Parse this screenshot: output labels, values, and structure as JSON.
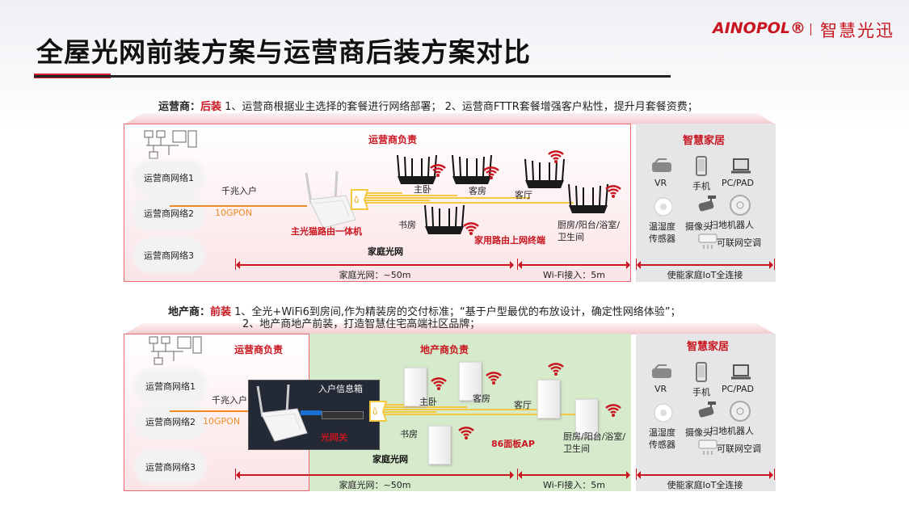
{
  "header": {
    "title": "全屋光网前装方案与运营商后装方案对比",
    "logo": "AINOPOL®",
    "logo_cn": "智慧光迅"
  },
  "top": {
    "lead": "运营商：",
    "mode": "后装",
    "text": " 1、运营商根据业主选择的套餐进行网络部署； 2、运营商FTTR套餐增强客户粘性，提升月套餐资费；",
    "responsible": "运营商负责",
    "clouds": [
      "运营商网络1",
      "运营商网络2",
      "运营商网络3"
    ],
    "uplink": "千兆入户",
    "pon": "10GPON",
    "main_device": "主光猫路由一体机",
    "rooms": [
      "主卧",
      "客房",
      "客厅",
      "书房",
      "厨房/阳台/浴室/",
      "卫生间"
    ],
    "terminal": "家用路由上网终端",
    "home_net": "家庭光网",
    "spans": [
      "家庭光网：~50m",
      "Wi-Fi接入：5m",
      "使能家庭IoT全连接"
    ]
  },
  "bottom": {
    "lead": "地产商：",
    "mode": "前装",
    "text": " 1、全光+WiFi6到房间,作为精装房的交付标准；“基于户型最优的布放设计，确定性网络体验”；",
    "text2": "2、地产商地产前装，打造智慧住宅高端社区品牌；",
    "responsible": "运营商负责",
    "developer": "地产商负责",
    "clouds": [
      "运营商网络1",
      "运营商网络2",
      "运营商网络3"
    ],
    "uplink": "千兆入户",
    "pon": "10GPON",
    "box": "入户信息箱",
    "gateway": "光网关",
    "rooms": [
      "主卧",
      "客房",
      "客厅",
      "书房",
      "厨房/阳台/浴室/",
      "卫生间"
    ],
    "ap": "86面板AP",
    "home_net": "家庭光网",
    "spans": [
      "家庭光网：~50m",
      "Wi-Fi接入：5m",
      "使能家庭IoT全连接"
    ]
  },
  "smart": {
    "title": "智慧家居",
    "devices": [
      "VR",
      "手机",
      "PC/PAD",
      "温湿度",
      "传感器",
      "摄像头",
      "扫地机器人",
      "可联网空调"
    ]
  },
  "colors": {
    "accent": "#c8151f",
    "orange": "#f08a24",
    "fiber": "#f5c842"
  }
}
